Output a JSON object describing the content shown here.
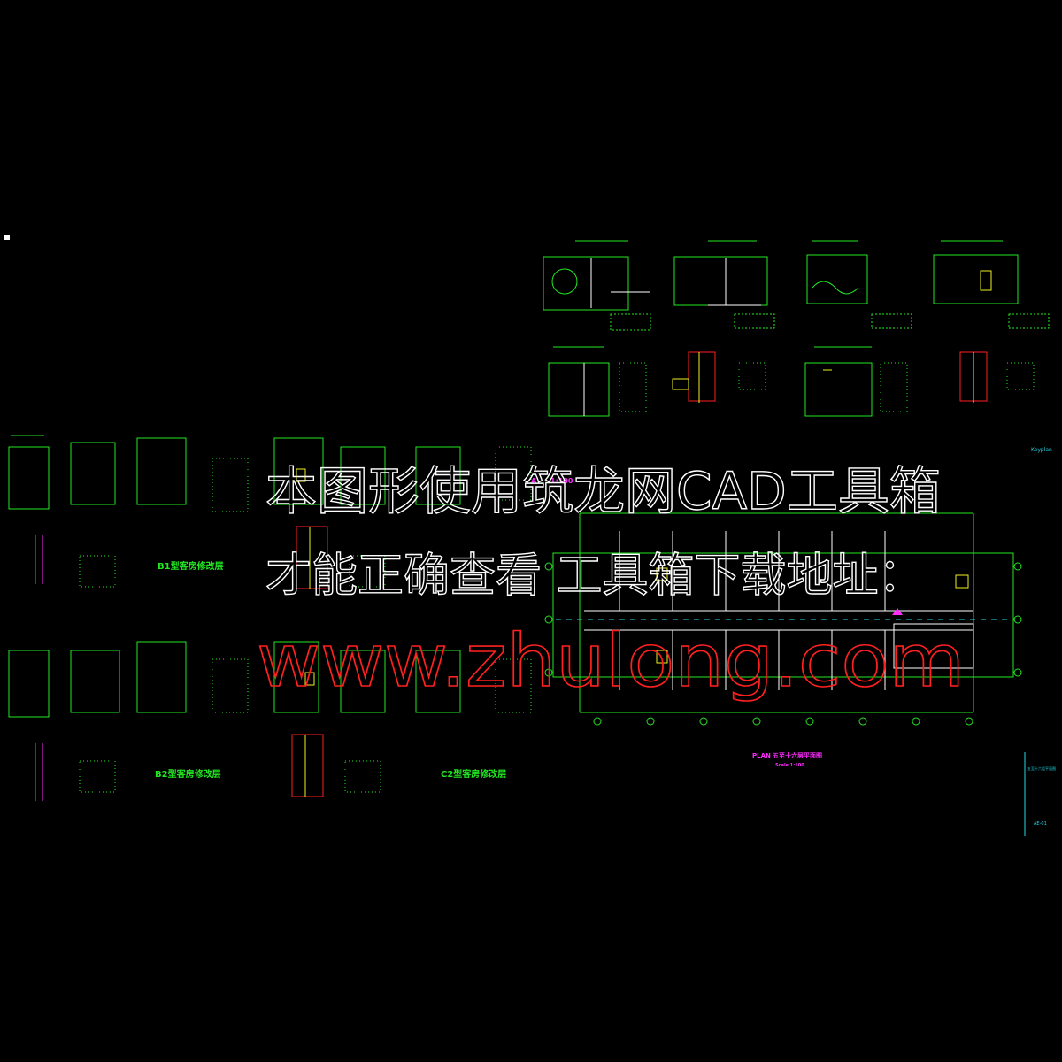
{
  "canvas": {
    "background": "#000000"
  },
  "colors": {
    "linework": "#22e822",
    "detail": "#ffffff",
    "accent_magenta": "#ff2bff",
    "accent_cyan": "#22d8e8",
    "accent_yellow": "#f0f020",
    "accent_red": "#ff2020"
  },
  "room_labels": {
    "b1": "B1型客房修改层",
    "b2": "B2型客房修改层",
    "c2": "C2型客房修改层"
  },
  "floor_plan": {
    "title_prefix": "PLAN",
    "title": "五至十六层平面图",
    "scale": "Scale 1:100"
  },
  "overlay_labels": {
    "a": "A",
    "scale": "1:100",
    "key_plan": "Keyplan"
  },
  "title_block": {
    "lines": [
      "五至十六层平面图"
    ],
    "sheet_no": "AE-01"
  },
  "watermark": {
    "line1": "本图形使用筑龙网CAD工具箱",
    "line2": "才能正确查看 工具箱下载地址：",
    "line3": "www.zhulong.com"
  },
  "icons": [
    "corner-marker-icon",
    "grid-bubble-icon",
    "north-arrow-icon"
  ]
}
